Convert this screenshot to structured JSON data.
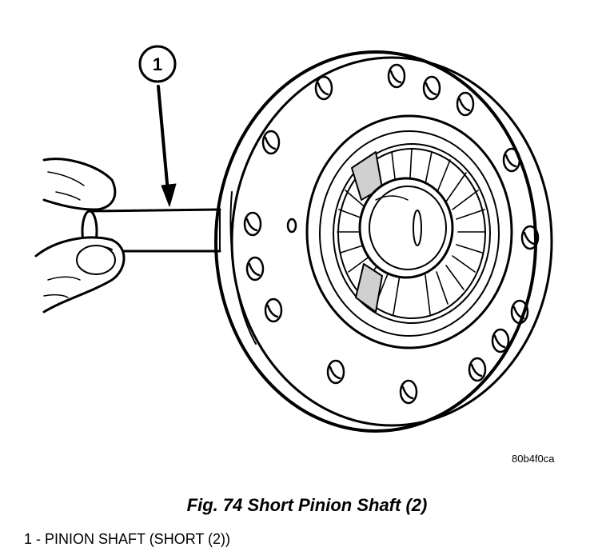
{
  "diagram": {
    "callouts": [
      {
        "number": "1"
      }
    ],
    "figure_id": "80b4f0ca"
  },
  "caption": "Fig. 74 Short Pinion Shaft (2)",
  "legend": [
    {
      "text": "1 - PINION SHAFT (SHORT (2))"
    }
  ]
}
